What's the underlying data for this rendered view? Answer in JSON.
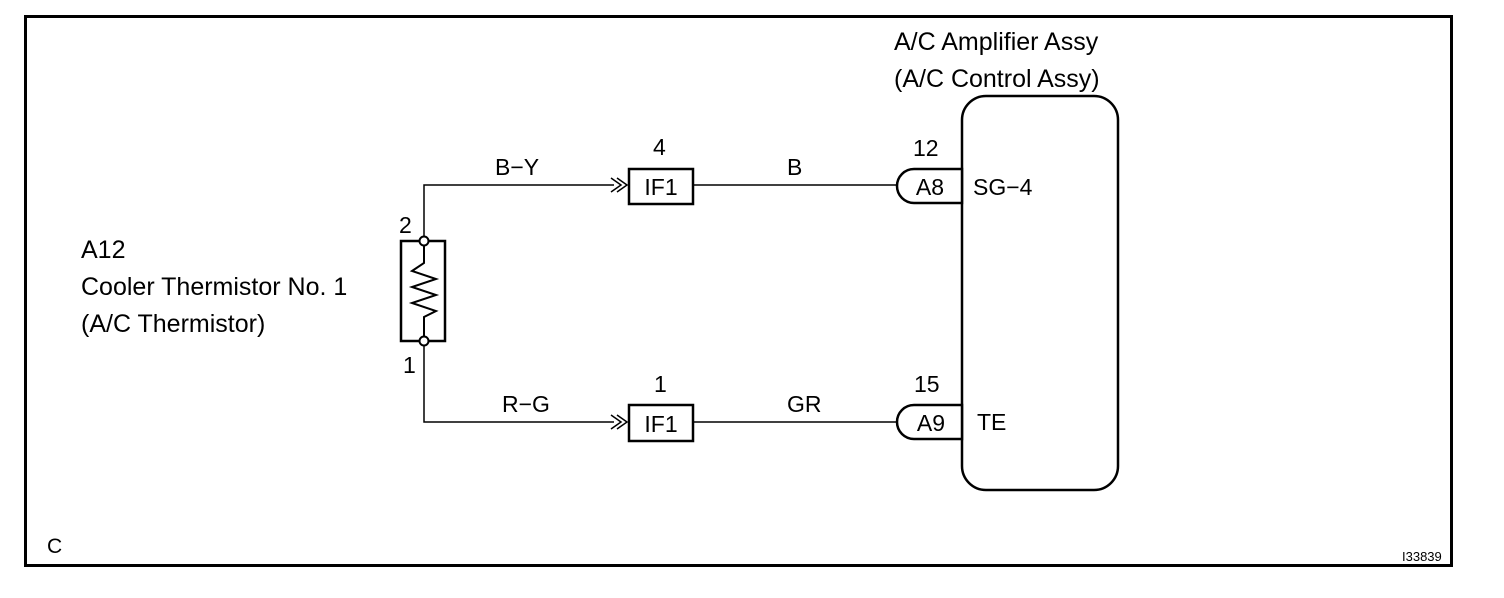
{
  "diagram": {
    "amplifier": {
      "name_line1": "A/C Amplifier Assy",
      "name_line2": "(A/C Control Assy)"
    },
    "thermistor": {
      "code": "A12",
      "name_line1": "Cooler Thermistor No. 1",
      "name_line2": "(A/C Thermistor)",
      "pin_top": "2",
      "pin_bottom": "1"
    },
    "upper_circuit": {
      "wire_left_color": "B−Y",
      "connector_pin": "4",
      "connector_label": "IF1",
      "wire_right_color": "B",
      "terminal_pin": "12",
      "terminal_connector": "A8",
      "terminal_name": "SG−4"
    },
    "lower_circuit": {
      "wire_left_color": "R−G",
      "connector_pin": "1",
      "connector_label": "IF1",
      "wire_right_color": "GR",
      "terminal_pin": "15",
      "terminal_connector": "A9",
      "terminal_name": "TE"
    },
    "corner_label": "C",
    "figure_id": "I33839"
  }
}
